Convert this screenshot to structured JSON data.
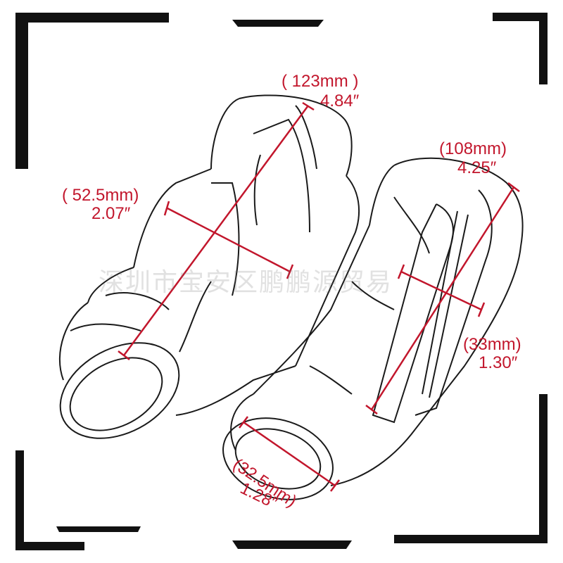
{
  "accent_color": "#c2162c",
  "line_color": "#1a1a1a",
  "watermark": "深圳市宝安区鹏鹏源贸易",
  "dimensions": {
    "left_length": {
      "mm": "( 123mm )",
      "inch": "4.84″"
    },
    "left_diameter": {
      "mm": "( 52.5mm)",
      "inch": "2.07″"
    },
    "right_length": {
      "mm": "(108mm)",
      "inch": "4.25″"
    },
    "right_width": {
      "mm": "(33mm)",
      "inch": "1.30″"
    },
    "right_opening": {
      "mm": "(32.5mm)",
      "inch": "1.28″"
    }
  }
}
